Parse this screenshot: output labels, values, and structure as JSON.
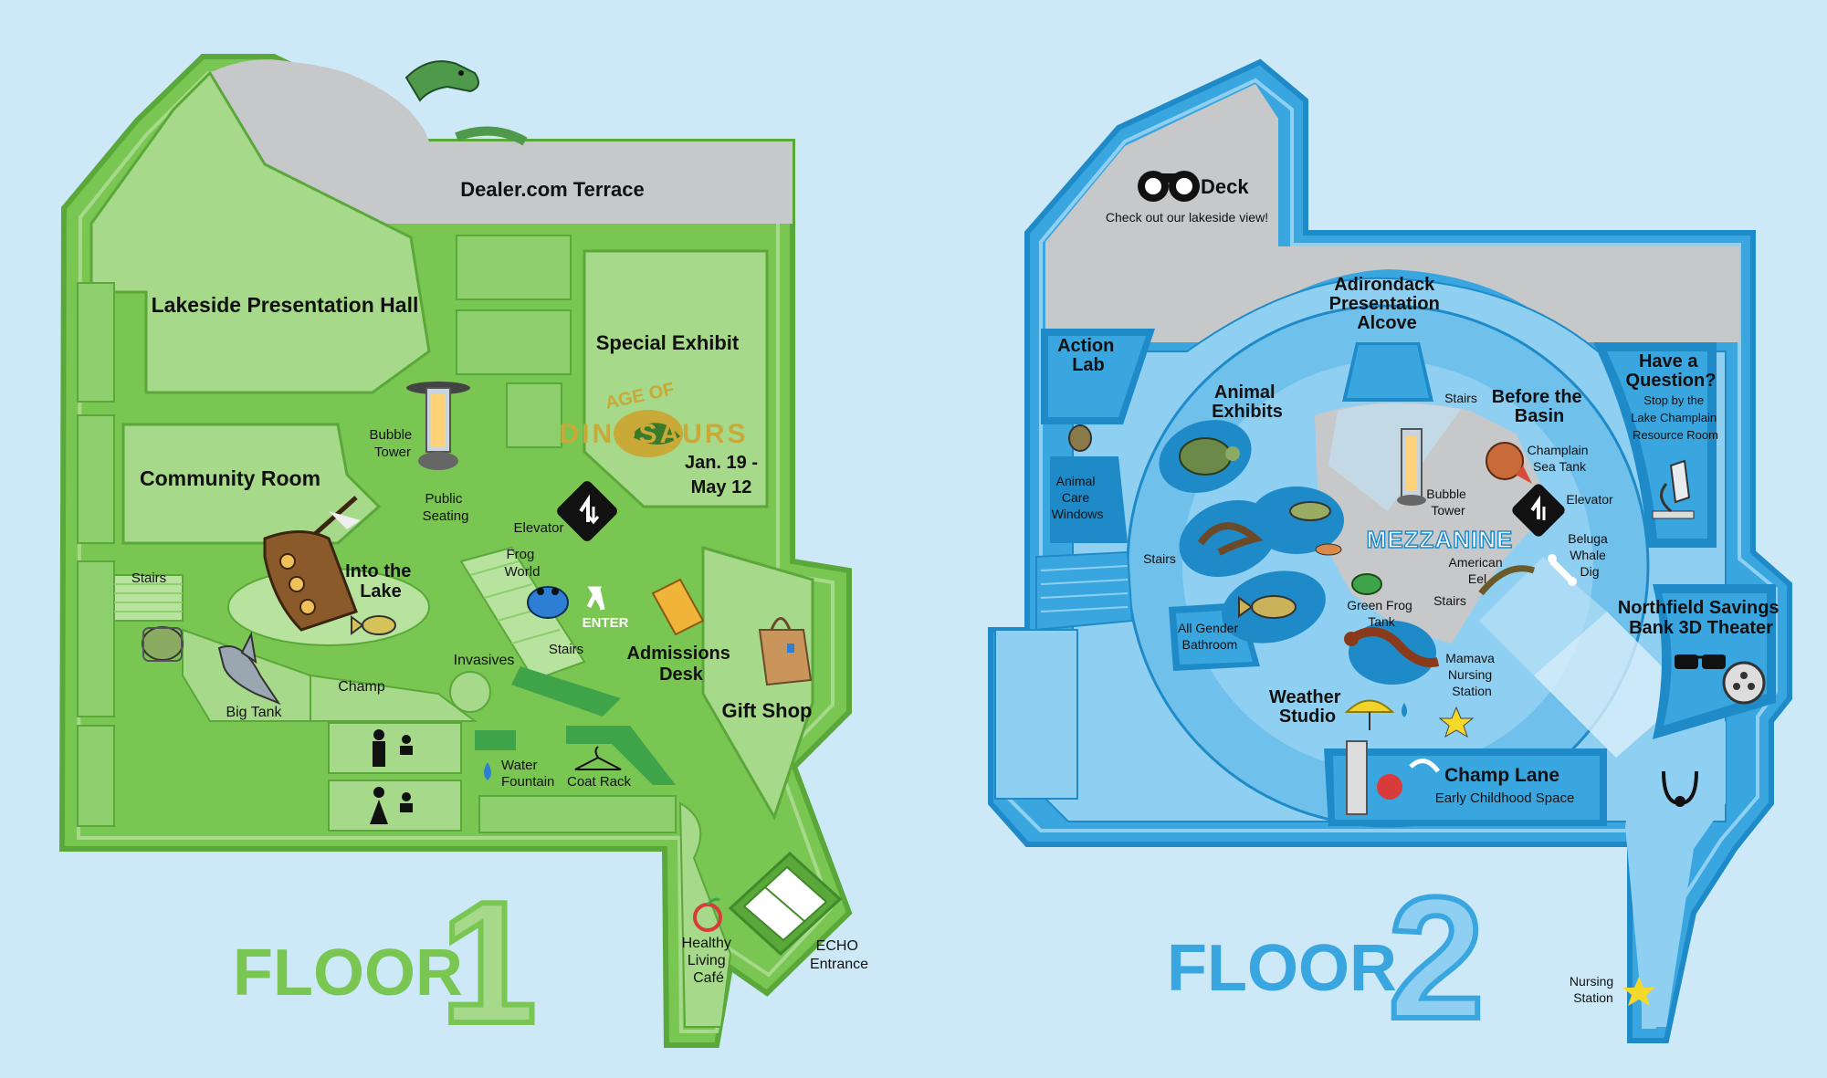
{
  "colors": {
    "background": "#cde9f7",
    "floor1_green": "#6cc04a",
    "floor1_light": "#a6d98a",
    "floor2_blue": "#3aa6e0",
    "floor2_light": "#8fd0f2",
    "terrace_gray": "#c7c8ca"
  },
  "floor1": {
    "heading_word": "FLOOR",
    "heading_number": "1",
    "terrace": "Dealer.com Terrace",
    "lakeside_hall": "Lakeside Presentation Hall",
    "community_room": "Community Room",
    "special_exhibit": "Special Exhibit",
    "dino_logo_top": "AGE OF",
    "dino_logo_bottom": "DINOSAURS",
    "dino_dates_1": "Jan. 19 -",
    "dino_dates_2": "May 12",
    "bubble_tower": [
      "Bubble",
      "Tower"
    ],
    "public_seating": [
      "Public",
      "Seating"
    ],
    "elevator": "Elevator",
    "frog_world": [
      "Frog",
      "World"
    ],
    "into_the_lake": [
      "Into the",
      "Lake"
    ],
    "stairs_left": "Stairs",
    "stairs_center": "Stairs",
    "enter": "ENTER",
    "admissions_desk": [
      "Admissions",
      "Desk"
    ],
    "gift_shop": "Gift Shop",
    "invasives": "Invasives",
    "champ": "Champ",
    "big_tank": "Big Tank",
    "water_fountain": [
      "Water",
      "Fountain"
    ],
    "coat_rack": "Coat Rack",
    "healthy_cafe": [
      "Healthy",
      "Living",
      "Café"
    ],
    "echo_entrance": [
      "ECHO",
      "Entrance"
    ]
  },
  "floor2": {
    "heading_word": "FLOOR",
    "heading_number": "2",
    "deck": "Deck",
    "deck_sub": "Check out our lakeside view!",
    "adirondack": [
      "Adirondack",
      "Presentation",
      "Alcove"
    ],
    "action_lab": [
      "Action",
      "Lab"
    ],
    "animal_exhibits": [
      "Animal",
      "Exhibits"
    ],
    "animal_care": [
      "Animal",
      "Care",
      "Windows"
    ],
    "stairs_top": "Stairs",
    "stairs_left": "Stairs",
    "stairs_mid": "Stairs",
    "before_basin": [
      "Before the",
      "Basin"
    ],
    "champlain_sea": [
      "Champlain",
      "Sea Tank"
    ],
    "have_question": [
      "Have a",
      "Question?"
    ],
    "have_question_sub": [
      "Stop by the",
      "Lake Champlain",
      "Resource Room"
    ],
    "elevator": "Elevator",
    "bubble_tower": [
      "Bubble",
      "Tower"
    ],
    "mezzanine": "MEZZANINE",
    "beluga": [
      "Beluga",
      "Whale",
      "Dig"
    ],
    "american_eel": [
      "American",
      "Eel"
    ],
    "green_frog": [
      "Green Frog",
      "Tank"
    ],
    "all_gender": [
      "All Gender",
      "Bathroom"
    ],
    "northfield": [
      "Northfield Savings",
      "Bank 3D Theater"
    ],
    "mamava": [
      "Mamava",
      "Nursing",
      "Station"
    ],
    "weather_studio": [
      "Weather",
      "Studio"
    ],
    "champ_lane": "Champ Lane",
    "champ_lane_sub": "Early Childhood Space",
    "nursing_station": [
      "Nursing",
      "Station"
    ]
  },
  "icons": [
    "sea-serpent-icon",
    "shipwreck-icon",
    "turtle-icon",
    "shark-icon",
    "frog-icon",
    "fish-icon",
    "elevator-icon",
    "bubble-tower-icon",
    "enter-arrow-icon",
    "shopping-bag-icon",
    "ticket-icon",
    "restroom-men-icon",
    "restroom-women-icon",
    "water-drop-icon",
    "coat-hanger-icon",
    "apple-icon",
    "binoculars-icon",
    "microscope-icon",
    "eel-icon",
    "bone-icon",
    "3d-glasses-icon",
    "film-reel-icon",
    "umbrella-icon",
    "stethoscope-icon",
    "star-icon",
    "lizard-icon"
  ]
}
